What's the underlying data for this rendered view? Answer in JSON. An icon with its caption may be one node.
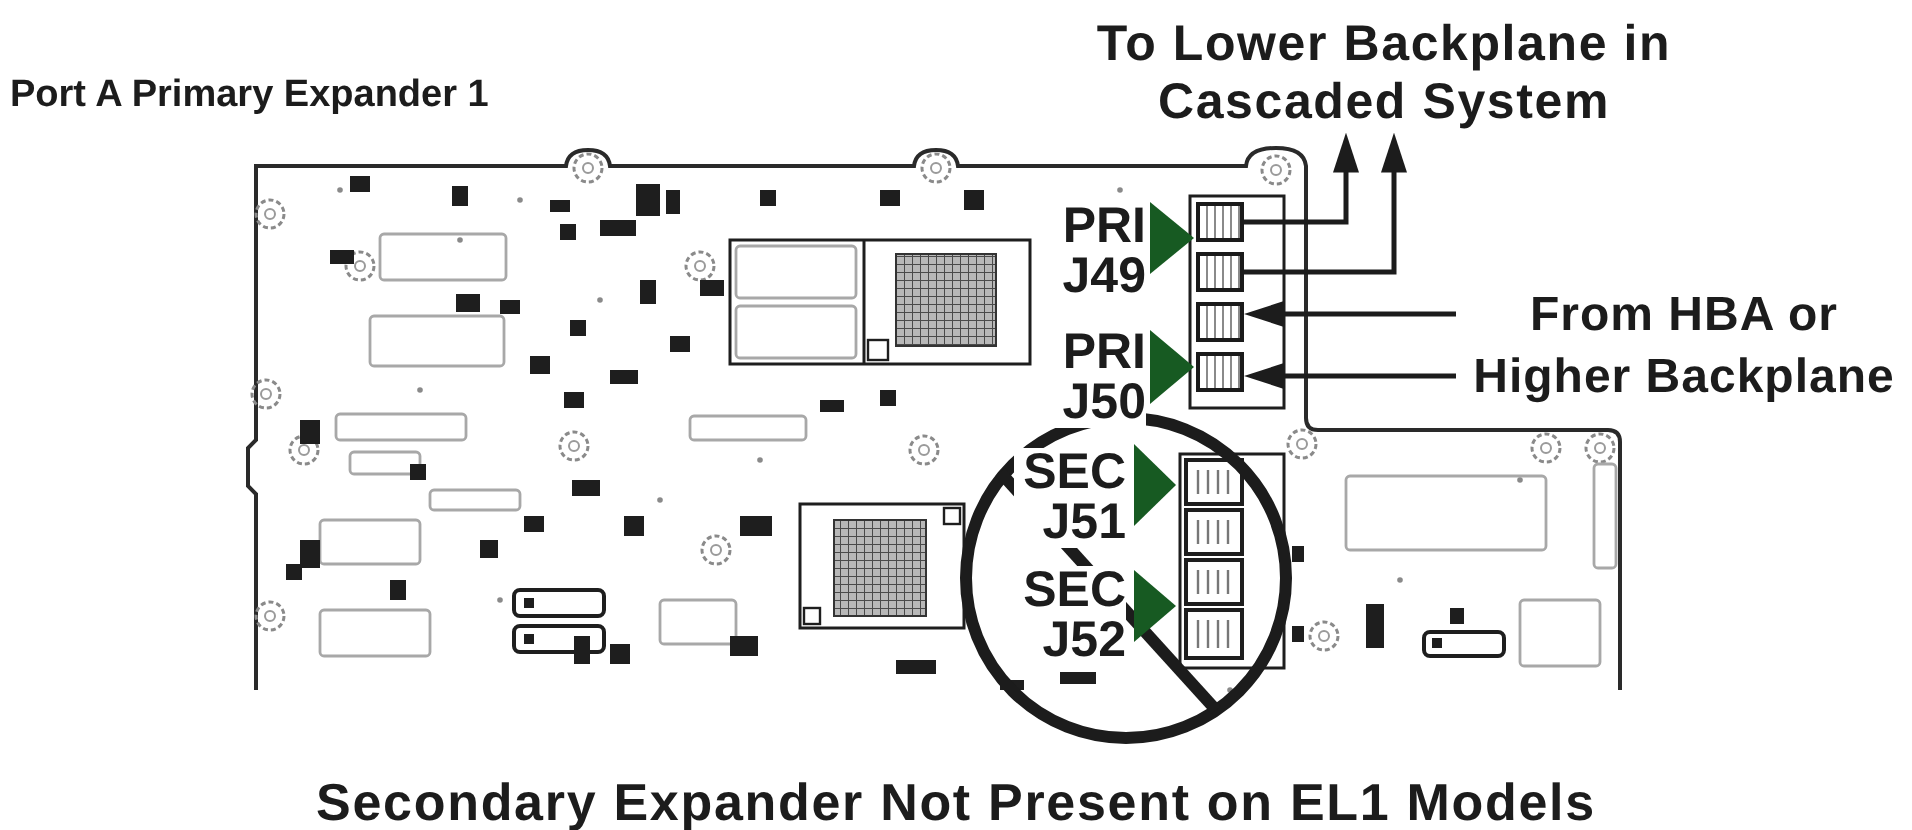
{
  "diagram": {
    "title": "Port A Primary Expander 1",
    "caption": "Secondary Expander Not Present on EL1 Models",
    "nodes": [
      {
        "text": [
          "To Lower Backplane in Cascaded System"
        ]
      },
      {
        "text": [
          "From HBA or Higher Backplane"
        ]
      },
      {
        "text": [],
        "shape": "box"
      },
      {
        "text": [],
        "shape": "box"
      },
      {
        "text": [],
        "shape": "box"
      },
      {
        "text": [],
        "shape": "box"
      }
    ],
    "edges": [
      {
        "from": 2,
        "to": 0,
        "arrow": "to"
      },
      {
        "from": 3,
        "to": 0,
        "arrow": "to"
      },
      {
        "from": 1,
        "to": 4,
        "arrow": "to"
      },
      {
        "from": 1,
        "to": 5,
        "arrow": "to"
      }
    ],
    "labels": [
      "PRI J49",
      "PRI J50",
      "SEC J51",
      "SEC J52"
    ]
  }
}
